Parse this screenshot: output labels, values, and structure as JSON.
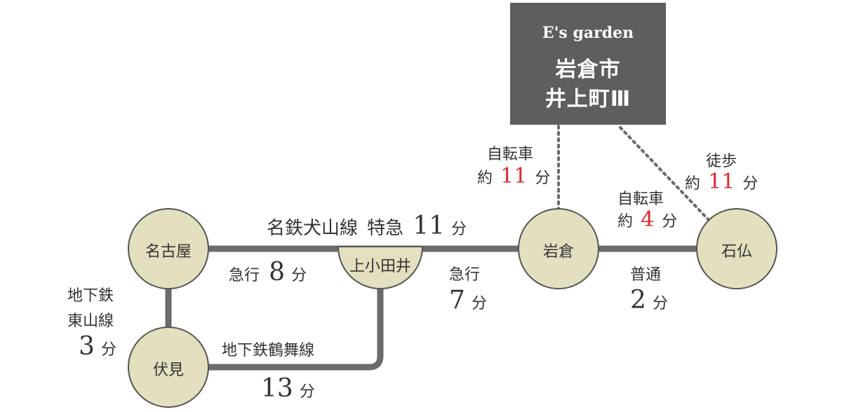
{
  "destination": {
    "brand": "E's garden",
    "area": "岩倉市",
    "address": "井上町Ⅲ"
  },
  "stations": {
    "nagoya": "名古屋",
    "fushimi": "伏見",
    "kamiotai": "上小田井",
    "iwakura": "岩倉",
    "ishibotoke": "石仏"
  },
  "routes": {
    "meitetsu": {
      "line": "名鉄犬山線",
      "type": "特急",
      "time": "11",
      "unit": "分"
    },
    "nagoya_kamiotai": {
      "type": "急行",
      "time": "8",
      "unit": "分"
    },
    "kamiotai_iwakura": {
      "type": "急行",
      "time": "7",
      "unit": "分"
    },
    "iwakura_ishibotoke": {
      "type": "普通",
      "time": "2",
      "unit": "分"
    },
    "higashiyama": {
      "line1": "地下鉄",
      "line2": "東山線",
      "time": "3",
      "unit": "分"
    },
    "tsurumai": {
      "line": "地下鉄鶴舞線",
      "time": "13",
      "unit": "分"
    }
  },
  "access": {
    "bike_to_iwakura": {
      "mode": "自転車",
      "prefix": "約",
      "time": "11",
      "unit": "分"
    },
    "bike_to_ishibotoke": {
      "mode": "自転車",
      "prefix": "約",
      "time": "4",
      "unit": "分"
    },
    "walk_to_ishibotoke": {
      "mode": "徒歩",
      "prefix": "約",
      "time": "11",
      "unit": "分"
    }
  },
  "colors": {
    "line": "#6b6b6b",
    "station_fill": "#e3dfbf",
    "station_stroke": "#555555",
    "box": "#5f5e5e",
    "accent": "#e0282e"
  }
}
